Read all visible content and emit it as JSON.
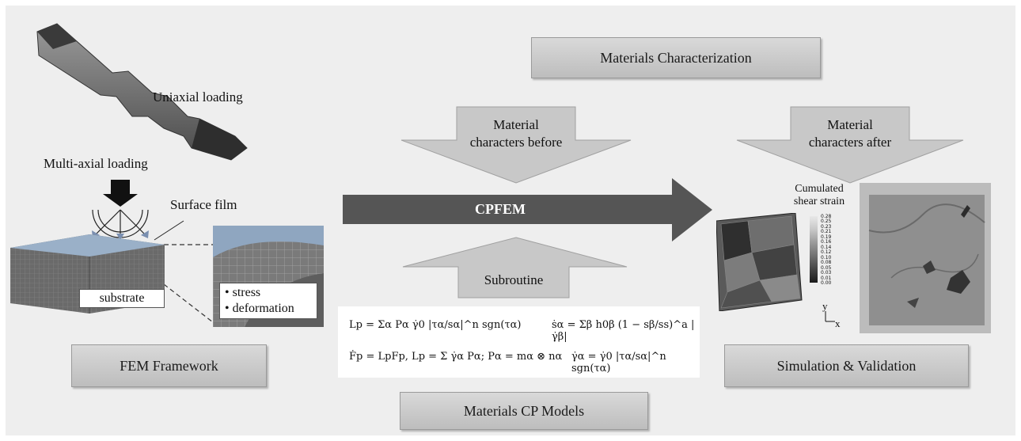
{
  "boxes": {
    "materials_characterization": "Materials Characterization",
    "fem_framework": "FEM Framework",
    "materials_cp_models": "Materials CP Models",
    "simulation_validation": "Simulation & Validation"
  },
  "arrows": {
    "before_line1": "Material",
    "before_line2": "characters before",
    "after_line1": "Material",
    "after_line2": "characters after",
    "subroutine": "Subroutine",
    "cpfem": "CPFEM"
  },
  "labels": {
    "uniaxial": "Uniaxial loading",
    "multiaxial": "Multi-axial loading",
    "surface_film": "Surface film",
    "substrate": "substrate",
    "stress": "• stress",
    "deformation": "• deformation",
    "cumulated_line1": "Cumulated",
    "cumulated_line2": "shear strain",
    "axis_y": "y",
    "axis_x": "x"
  },
  "legend_values": [
    "0.28",
    "0.25",
    "0.23",
    "0.21",
    "0.19",
    "0.16",
    "0.14",
    "0.12",
    "0.10",
    "0.08",
    "0.05",
    "0.03",
    "0.01",
    "0.00"
  ],
  "equations": {
    "eq1": "Lp = Σα Pα γ̇0 |τα/sα|^n sgn(τα)",
    "eq2": "ṡα = Σβ h0β (1 − sβ/ss)^a |γ̇β|",
    "eq3": "Ḟp = LpFp,  Lp = Σ γ̇α Pα;  Pα = mα ⊗ nα",
    "eq4": "γ̇α = γ̇0 |τα/sα|^n sgn(τα)"
  },
  "colors": {
    "panel_bg": "#eeeeee",
    "box_fill": "#cccccc",
    "arrow_fill": "#c8c8c8",
    "cpfem_arrow": "#555555"
  }
}
